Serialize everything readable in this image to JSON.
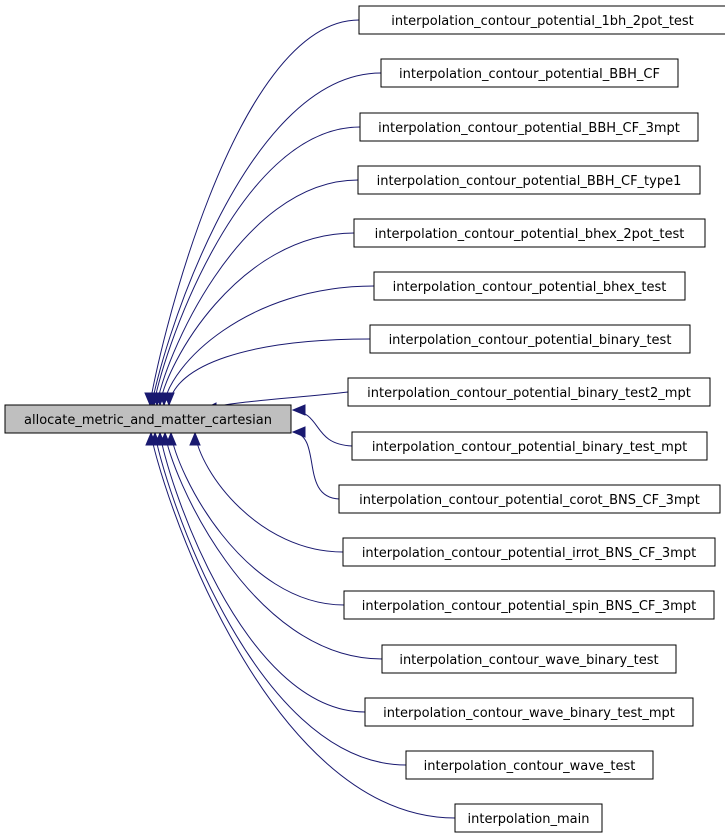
{
  "graph": {
    "root": "allocate_metric_and_matter_cartesian",
    "callers": [
      "interpolation_contour_potential_1bh_2pot_test",
      "interpolation_contour_potential_BBH_CF",
      "interpolation_contour_potential_BBH_CF_3mpt",
      "interpolation_contour_potential_BBH_CF_type1",
      "interpolation_contour_potential_bhex_2pot_test",
      "interpolation_contour_potential_bhex_test",
      "interpolation_contour_potential_binary_test",
      "interpolation_contour_potential_binary_test2_mpt",
      "interpolation_contour_potential_binary_test_mpt",
      "interpolation_contour_potential_corot_BNS_CF_3mpt",
      "interpolation_contour_potential_irrot_BNS_CF_3mpt",
      "interpolation_contour_potential_spin_BNS_CF_3mpt",
      "interpolation_contour_wave_binary_test",
      "interpolation_contour_wave_binary_test_mpt",
      "interpolation_contour_wave_test",
      "interpolation_main"
    ],
    "edge_color": "#191970",
    "root_fill": "#bfbfbf"
  }
}
